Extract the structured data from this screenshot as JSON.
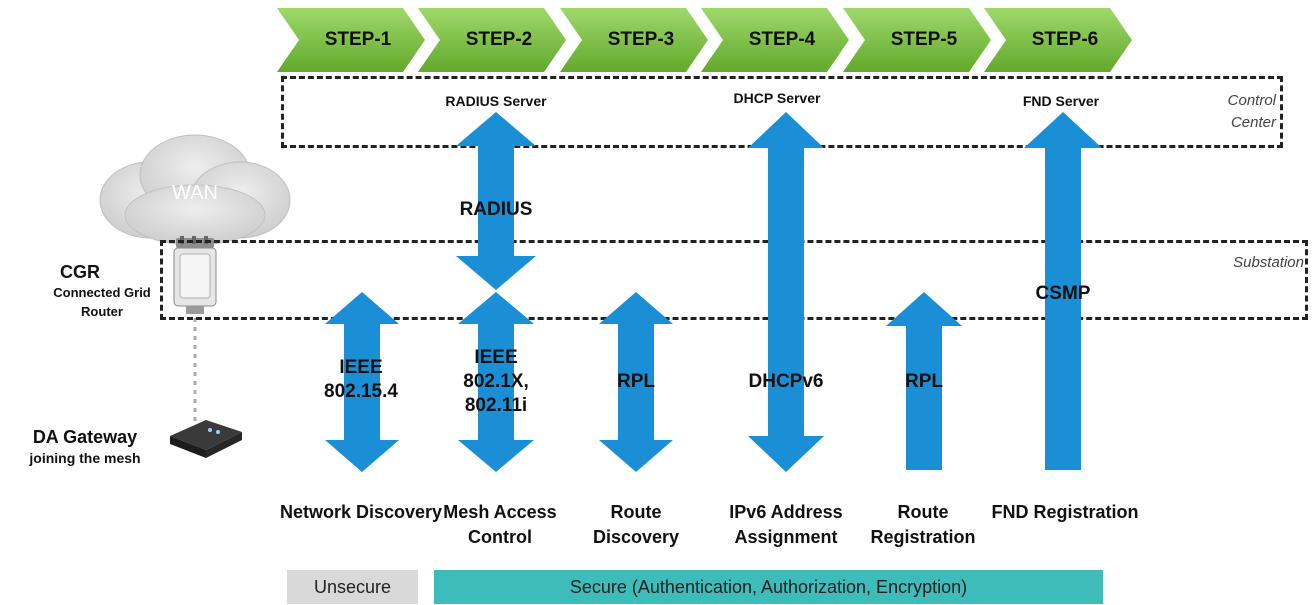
{
  "steps": [
    "STEP-1",
    "STEP-2",
    "STEP-3",
    "STEP-4",
    "STEP-5",
    "STEP-6"
  ],
  "zones": {
    "control_center": "Control Center",
    "substation": "Substation"
  },
  "servers": {
    "radius": "RADIUS Server",
    "dhcp": "DHCP Server",
    "fnd": "FND Server"
  },
  "protocols": {
    "radius": "RADIUS",
    "ieee_802154": "IEEE 802.15.4",
    "ieee_8021x": "IEEE 802.1X, 802.11i",
    "rpl_discovery": "RPL",
    "dhcpv6": "DHCPv6",
    "rpl_registration": "RPL",
    "csmp": "CSMP"
  },
  "step_names": [
    "Network Discovery",
    "Mesh Access Control",
    "Route Discovery",
    "IPv6 Address Assignment",
    "Route Registration",
    "FND Registration"
  ],
  "devices": {
    "wan": "WAN",
    "cgr_title": "CGR",
    "cgr_subtitle": "Connected Grid Router",
    "da_gateway_title": "DA Gateway",
    "da_gateway_subtitle": "joining the mesh"
  },
  "security": {
    "unsecure": "Unsecure",
    "secure": "Secure (Authentication, Authorization, Encryption)"
  },
  "colors": {
    "step_green": "#7cc241",
    "arrow_blue": "#1b8fd6",
    "secure_teal": "#3ebcba",
    "unsecure_gray": "#d9d9d9"
  }
}
